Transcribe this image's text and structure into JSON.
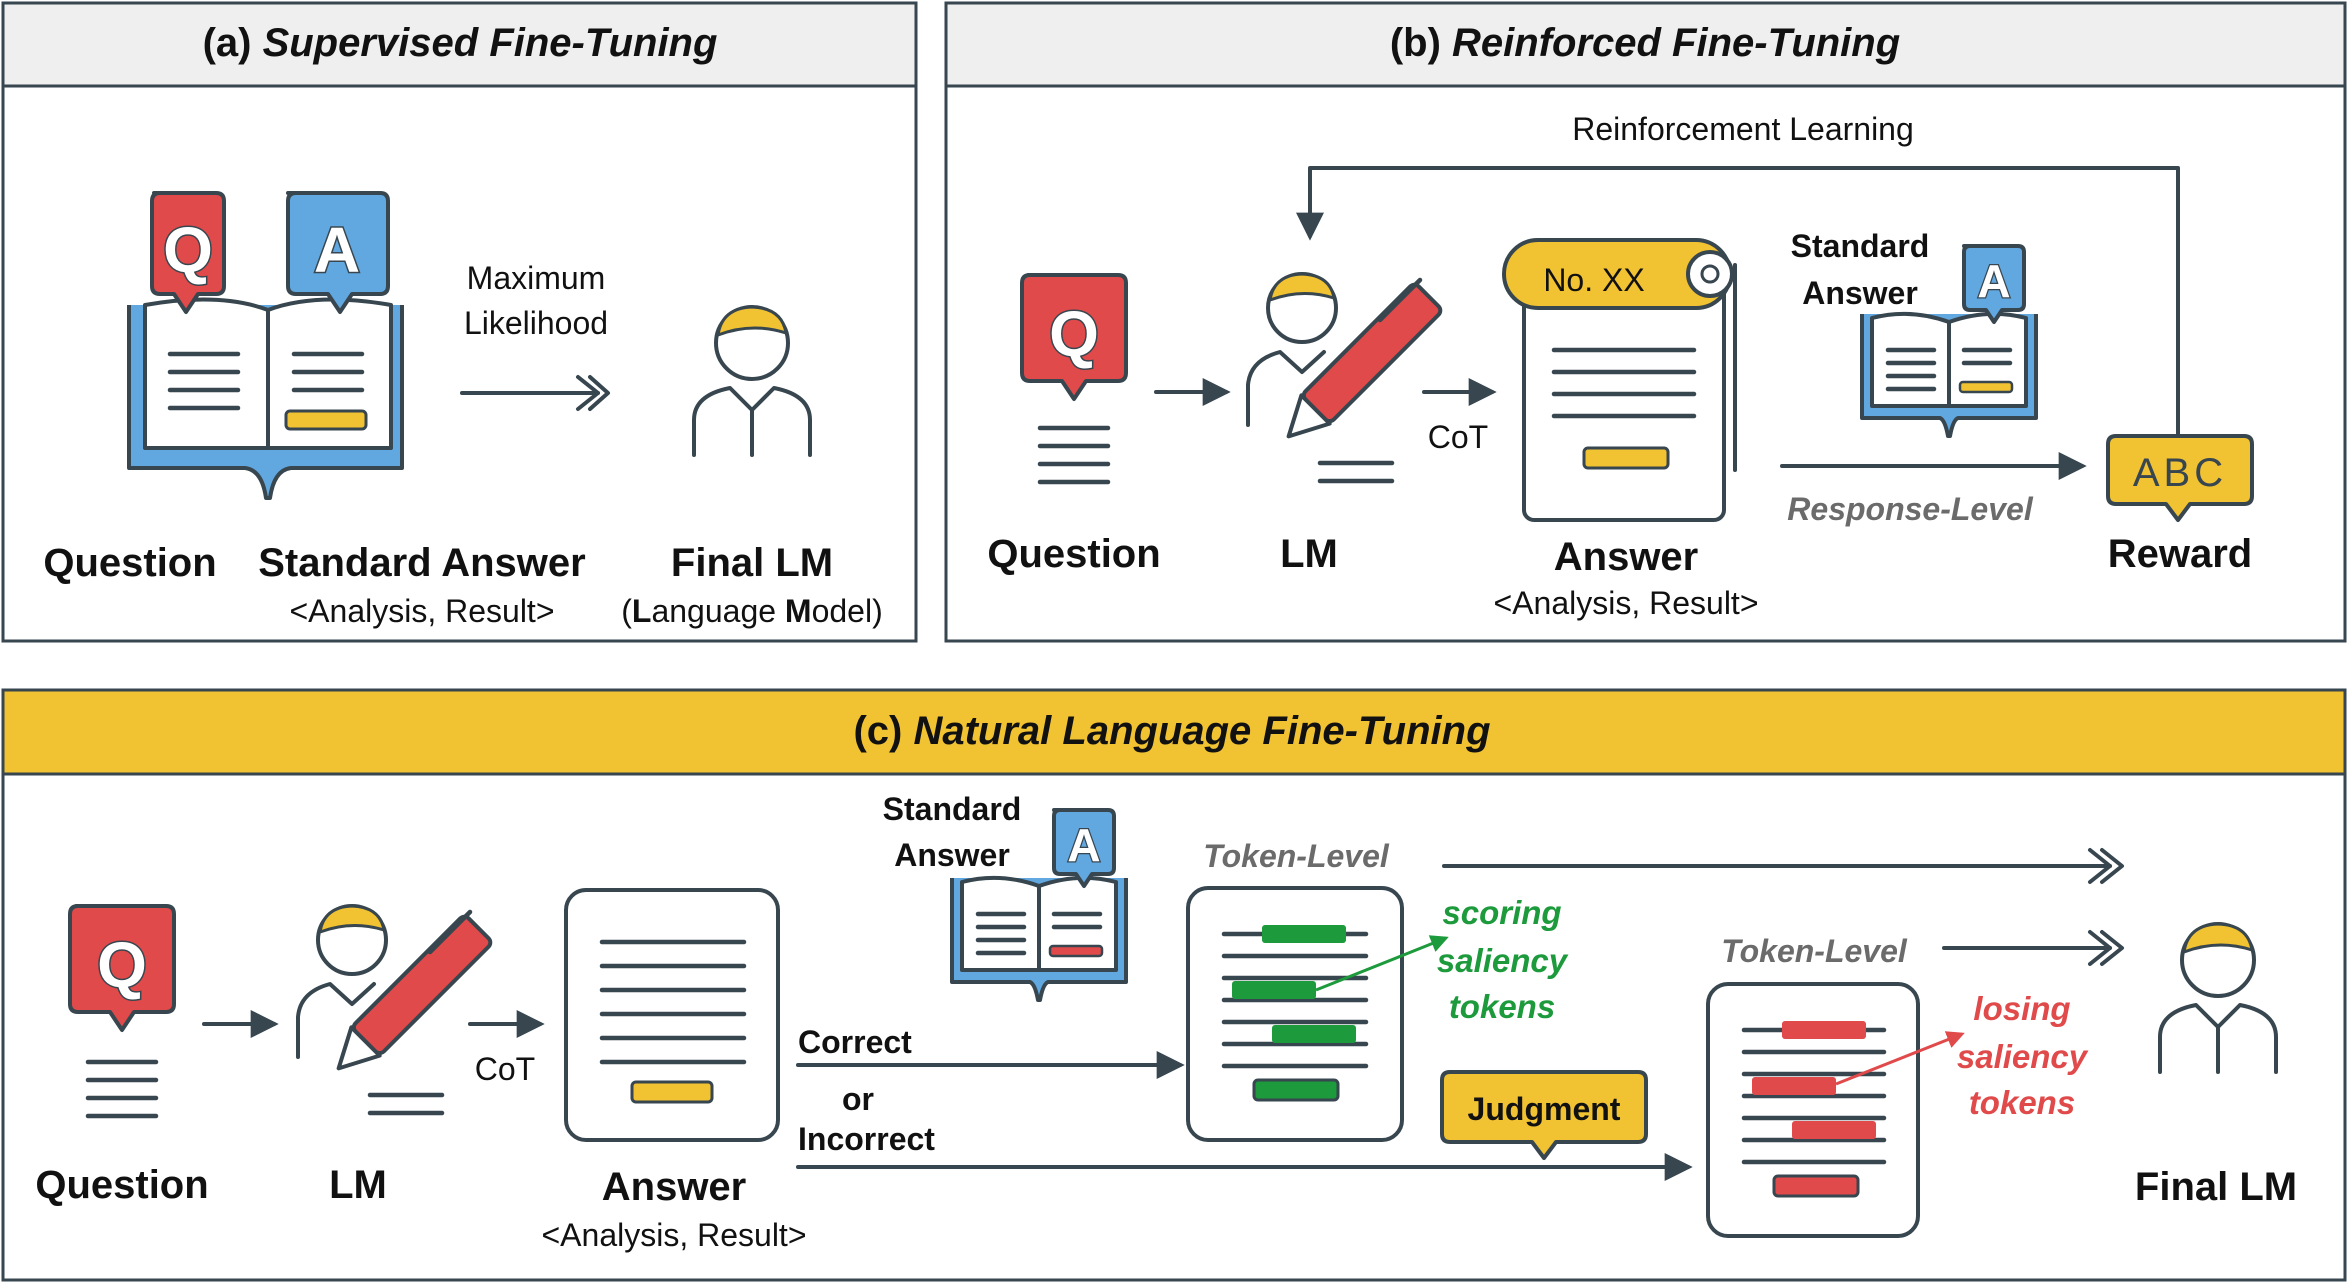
{
  "colors": {
    "accent_yellow": "#f1c232",
    "q_red": "#e04a4a",
    "a_blue": "#62a8e0",
    "dark": "#37464f",
    "green": "#1d9a3c",
    "grey_header": "#efefef"
  },
  "panel_a": {
    "prefix": "(a) ",
    "title": "Supervised Fine-Tuning",
    "q_letter": "Q",
    "a_letter": "A",
    "arrow_line1": "Maximum",
    "arrow_line2": "Likelihood",
    "question": "Question",
    "standard_answer": "Standard Answer",
    "standard_answer_sub": "<Analysis, Result>",
    "final_lm": "Final LM",
    "final_lm_sub_parts": [
      "(",
      "L",
      "anguage ",
      "M",
      "odel)"
    ]
  },
  "panel_b": {
    "prefix": "(b) ",
    "title": "Reinforced Fine-Tuning",
    "rl_label": "Reinforcement Learning",
    "q_letter": "Q",
    "question": "Question",
    "lm": "LM",
    "cot": "CoT",
    "scroll_label": "No. XX",
    "answer": "Answer",
    "answer_sub": "<Analysis, Result>",
    "std_line1": "Standard",
    "std_line2": "Answer",
    "a_letter": "A",
    "response_level": "Response-Level",
    "reward_abc": "ABC",
    "reward": "Reward"
  },
  "panel_c": {
    "prefix": "(c) ",
    "title": "Natural Language Fine-Tuning",
    "q_letter": "Q",
    "question": "Question",
    "lm": "LM",
    "cot": "CoT",
    "answer": "Answer",
    "answer_sub": "<Analysis, Result>",
    "correct": "Correct",
    "or": "or",
    "incorrect": "Incorrect",
    "std_line1": "Standard",
    "std_line2": "Answer",
    "a_letter": "A",
    "token_level_1": "Token-Level",
    "token_level_2": "Token-Level",
    "scoring": [
      "scoring",
      "saliency",
      "tokens"
    ],
    "losing": [
      "losing",
      "saliency",
      "tokens"
    ],
    "judgment": "Judgment",
    "final_lm": "Final LM"
  }
}
